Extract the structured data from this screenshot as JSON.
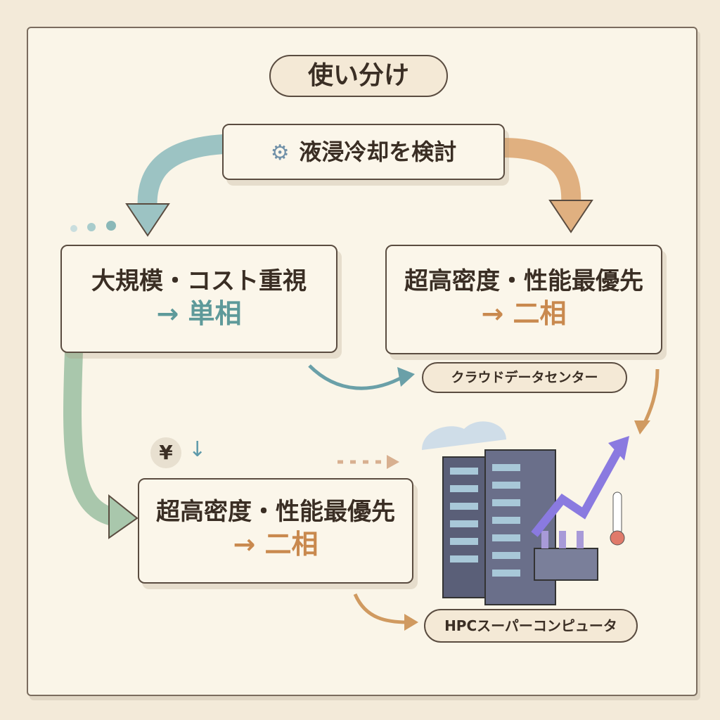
{
  "title": "使い分け",
  "start": {
    "label": "液浸冷却を検討",
    "icon": "brain-gear-icon"
  },
  "left_box": {
    "line1": "大規模・コスト重視",
    "line2": "→ 単相"
  },
  "right_box": {
    "line1": "超高密度・性能最優先",
    "line2": "→ 二相"
  },
  "lower_box": {
    "line1": "超高密度・性能最優先",
    "line2": "→ 二相"
  },
  "cloud_label": "クラウドデータセンター",
  "hpc_label": "HPCスーパーコンピュータ",
  "yen_symbol": "¥",
  "colors": {
    "teal": "#5e9a9a",
    "orange": "#c9894e",
    "green": "#7fa88a",
    "text": "#3a2e24"
  }
}
